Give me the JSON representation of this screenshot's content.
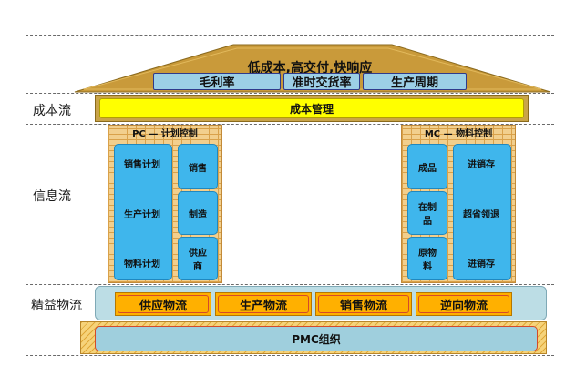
{
  "roof": {
    "title": "低成本,高交付,快响应",
    "metrics": [
      "毛利率",
      "准时交货率",
      "生产周期"
    ]
  },
  "beam": {
    "label": "成本管理"
  },
  "row_labels": {
    "cost": "成本流",
    "info": "信息流",
    "lean": "精益物流"
  },
  "pc": {
    "title": "PC — 计划控制",
    "plans": [
      "销售计划",
      "生产计划",
      "物料计划"
    ],
    "parties": [
      "销售",
      "制造",
      "供应\n商"
    ]
  },
  "mc": {
    "title": "MC — 物料控制",
    "items": [
      "成品",
      "在制\n品",
      "原物\n料"
    ],
    "actions": [
      "进销存",
      "超省领退",
      "进销存"
    ]
  },
  "flows": [
    "供应物流",
    "生产物流",
    "销售物流",
    "逆向物流"
  ],
  "base": {
    "label": "PMC组织"
  },
  "colors": {
    "roof": "#c99a3a",
    "beam": "#ffff00",
    "cell": "#3fb6ec",
    "flow": "#ffb000",
    "brick": "#f2cf8d"
  }
}
